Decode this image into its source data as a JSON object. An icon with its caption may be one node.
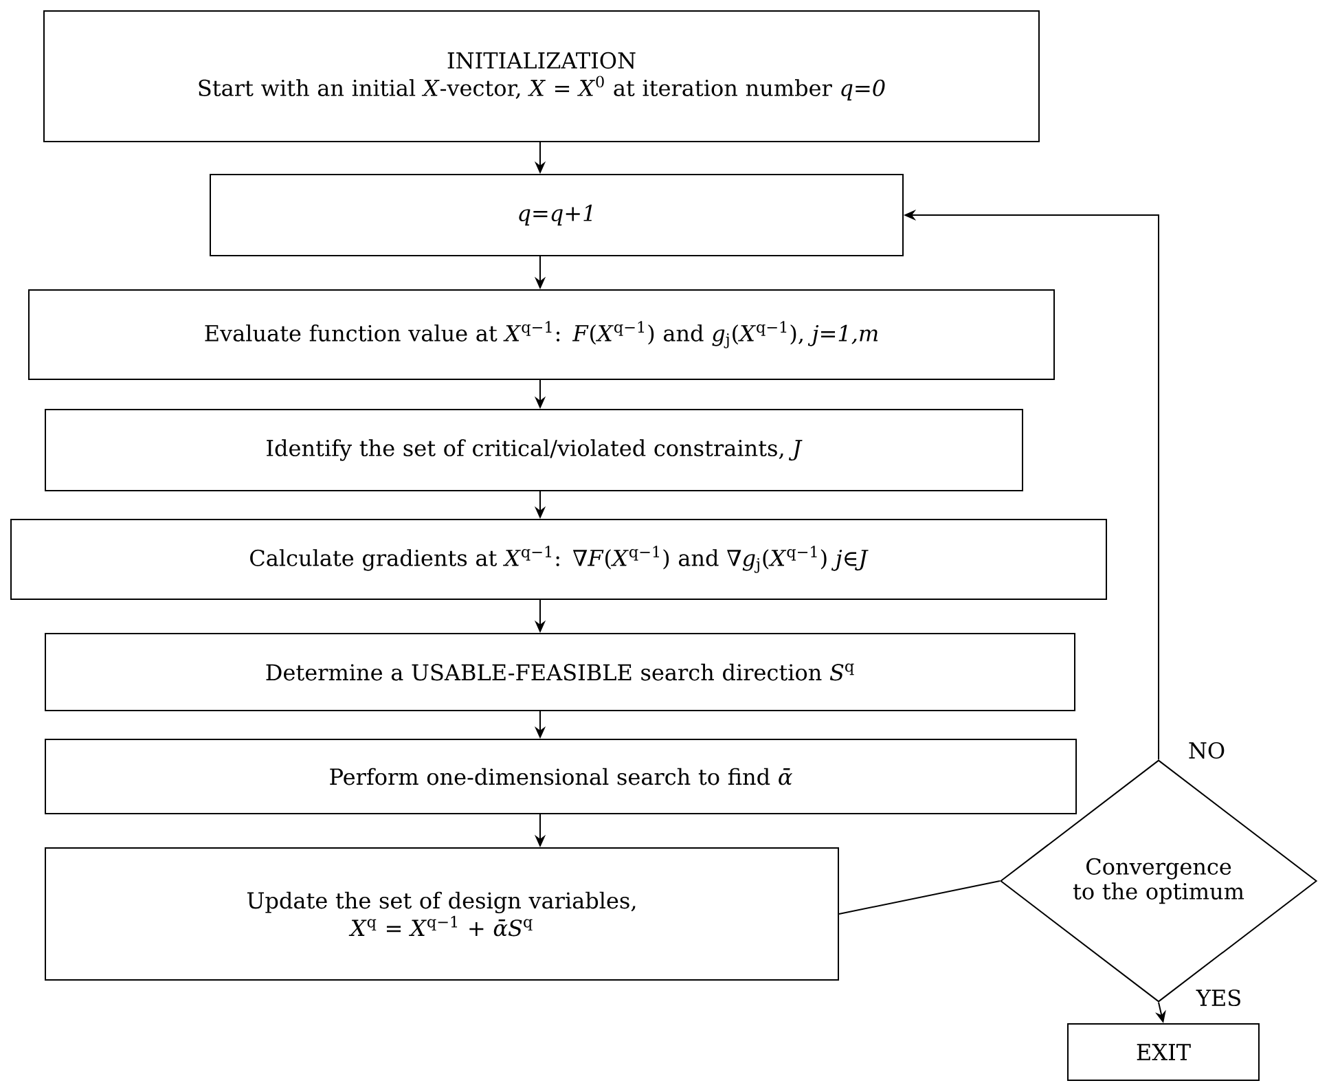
{
  "diagram": {
    "nodes": [
      {
        "text": [
          "INITIALIZATION",
          "Start with an initial *X*-vector, *X* = *X*$^{0}$ at iteration number *q=0*"
        ]
      },
      {
        "text": [
          "q=q+1"
        ]
      },
      {
        "text": [
          "Evaluate function value at *X*$^{q−1}$: *F*(*X*$^{q−1}$) and *g*$_{j}$(*X*$^{q−1}$), *j=1,m*"
        ]
      },
      {
        "text": [
          "Identify the set of critical/violated constraints, *J*"
        ]
      },
      {
        "text": [
          "Calculate gradients at *X*$^{q−1}$: ∇*F*(*X*$^{q−1}$) and ∇*g*$_{j}$(*X*$^{q−1}$) *j*∈*J*"
        ]
      },
      {
        "text": [
          "Determine a USABLE-FEASIBLE search direction *S*$^{q}$"
        ]
      },
      {
        "text": [
          "Perform one-dimensional search to find *ᾱ*"
        ]
      },
      {
        "text": [
          "Update the set of design variables,",
          "*X*$^{q}$ = *X*$^{q−1}$ + *ᾱS*$^{q}$"
        ]
      },
      {
        "text": [
          "Convergence to the optimum"
        ]
      },
      {
        "text": [
          "EXIT"
        ]
      }
    ],
    "edges": [
      {
        "from": 0,
        "to": 1,
        "arrow": "to"
      },
      {
        "from": 1,
        "to": 2,
        "arrow": "to"
      },
      {
        "from": 2,
        "to": 3,
        "arrow": "to"
      },
      {
        "from": 3,
        "to": 4,
        "arrow": "to"
      },
      {
        "from": 4,
        "to": 5,
        "arrow": "to"
      },
      {
        "from": 5,
        "to": 6,
        "arrow": "to"
      },
      {
        "from": 6,
        "to": 7,
        "arrow": "to"
      },
      {
        "from": 7,
        "to": 8,
        "arrow": "none"
      },
      {
        "from": 8,
        "to": 1,
        "arrow": "to",
        "label": "NO"
      },
      {
        "from": 8,
        "to": 9,
        "arrow": "to",
        "label": "YES"
      }
    ]
  }
}
